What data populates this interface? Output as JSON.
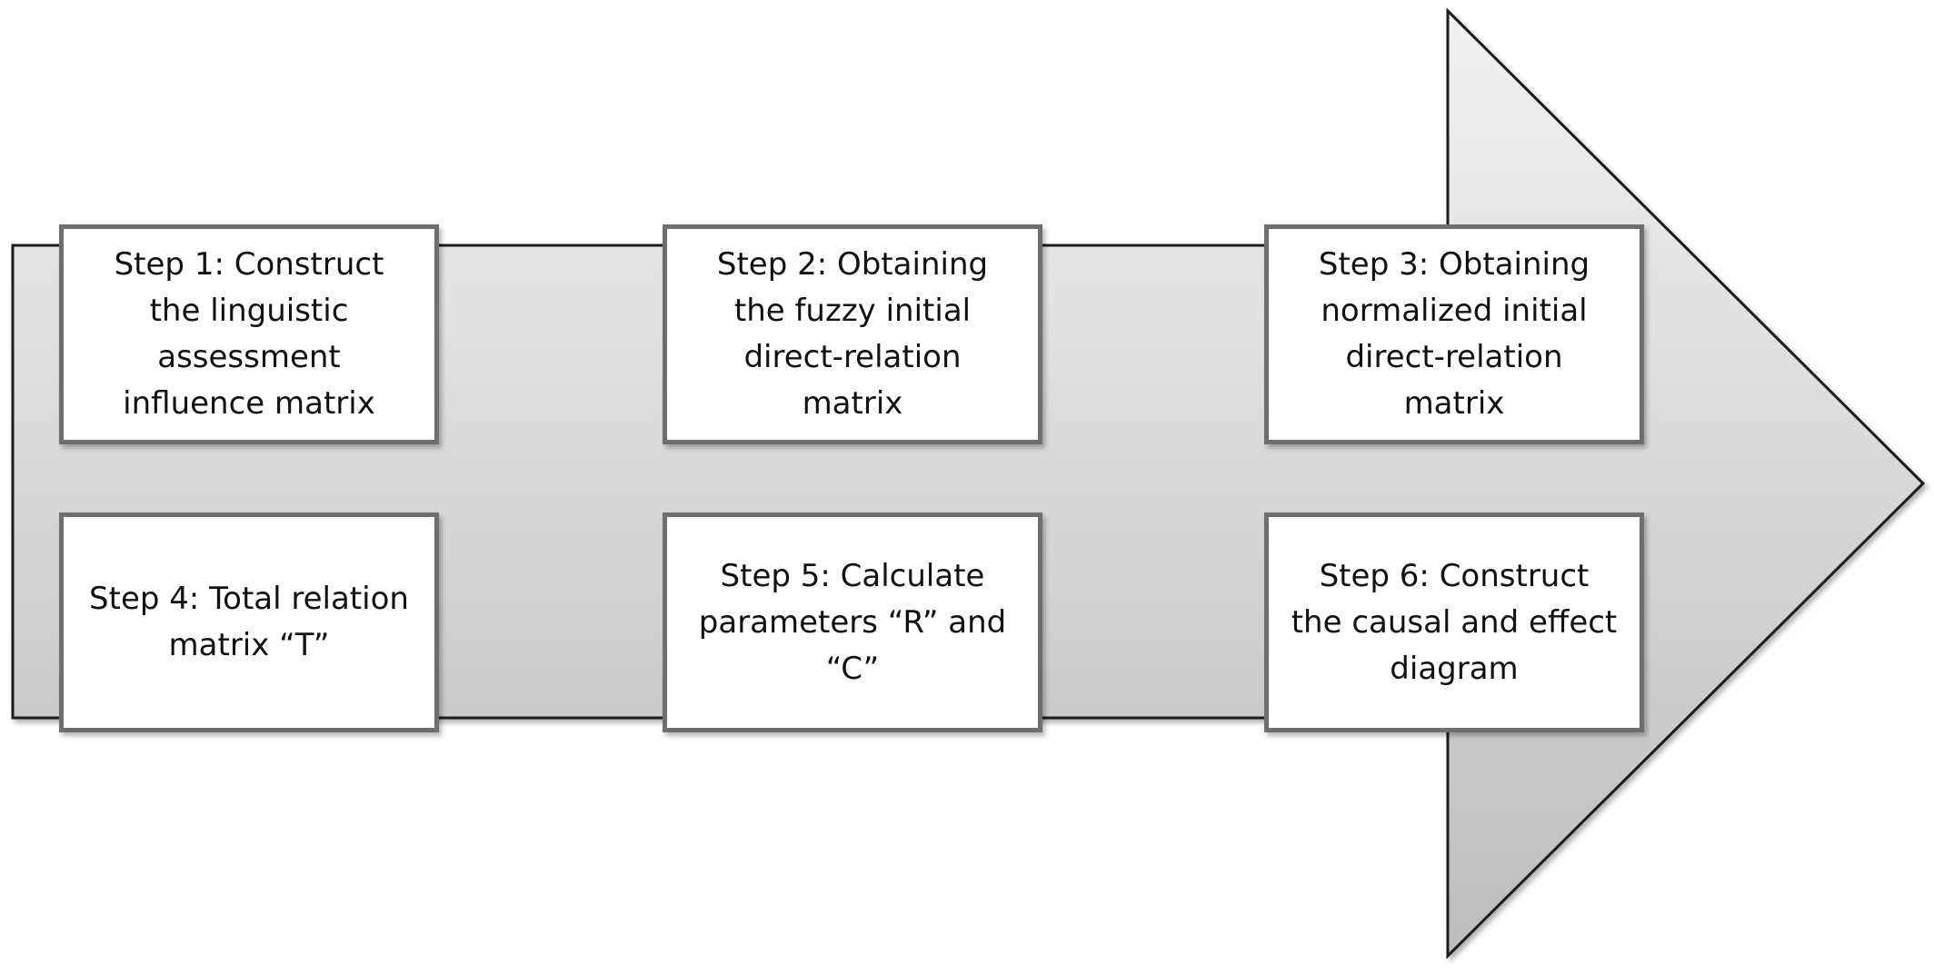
{
  "colors": {
    "arrow_fill_top": "#f2f2f2",
    "arrow_fill_bottom": "#bdbdbd",
    "arrow_stroke": "#1a1a1a",
    "box_border": "#6e6e6e",
    "box_fill": "#ffffff",
    "text": "#111111"
  },
  "steps": [
    {
      "text": "Step 1: Construct\nthe linguistic\nassessment\ninfluence matrix"
    },
    {
      "text": "Step 2: Obtaining\nthe fuzzy initial\ndirect-relation\nmatrix"
    },
    {
      "text": "Step 3: Obtaining\nnormalized initial\ndirect-relation\nmatrix"
    },
    {
      "text": "Step 4: Total relation\nmatrix “T”"
    },
    {
      "text": "Step 5: Calculate\nparameters “R” and\n“C”"
    },
    {
      "text": "Step 6: Construct\nthe causal and effect\ndiagram"
    }
  ]
}
